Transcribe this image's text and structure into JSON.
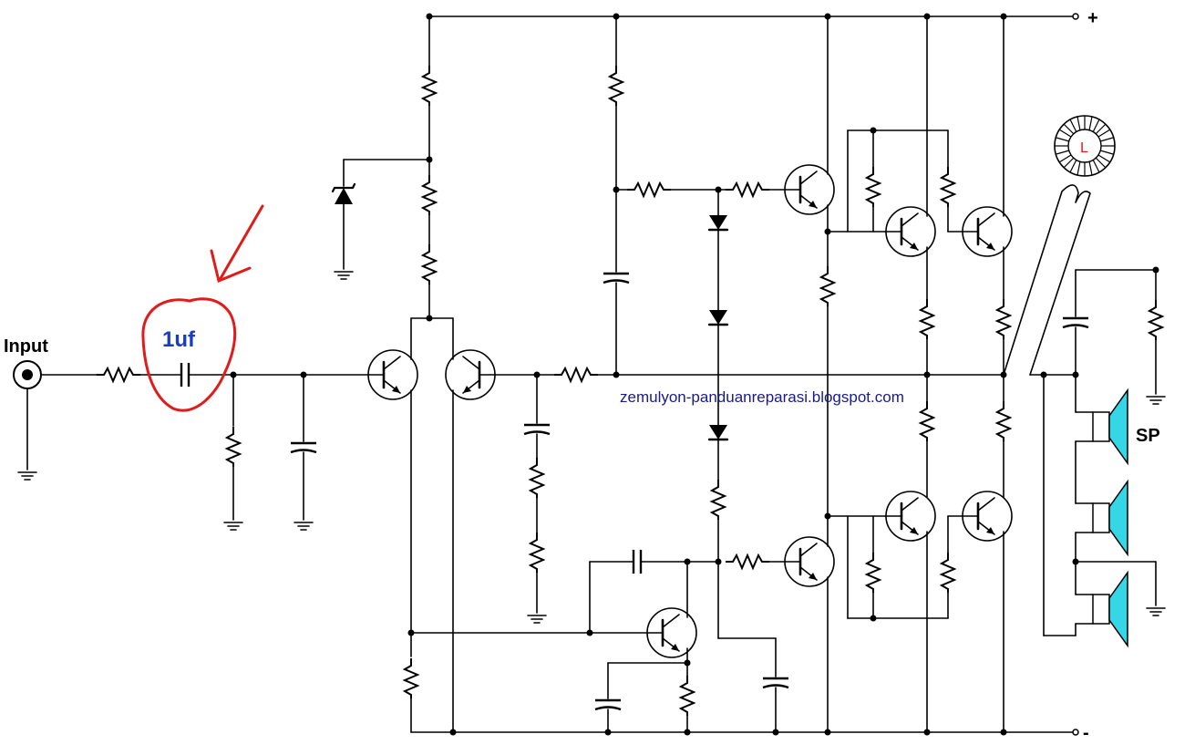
{
  "labels": {
    "input": "Input",
    "cap_value": "1uf",
    "speaker": "SP",
    "plus": "+",
    "minus": "-",
    "inductor": "L",
    "watermark": "zemulyon-panduanreparasi.blogspot.com"
  },
  "colors": {
    "wire": "#000000",
    "highlight": "#e01b1b",
    "value_text": "#1a3dbf",
    "watermark": "#1a1a8c",
    "speaker": "#35d6e6"
  }
}
